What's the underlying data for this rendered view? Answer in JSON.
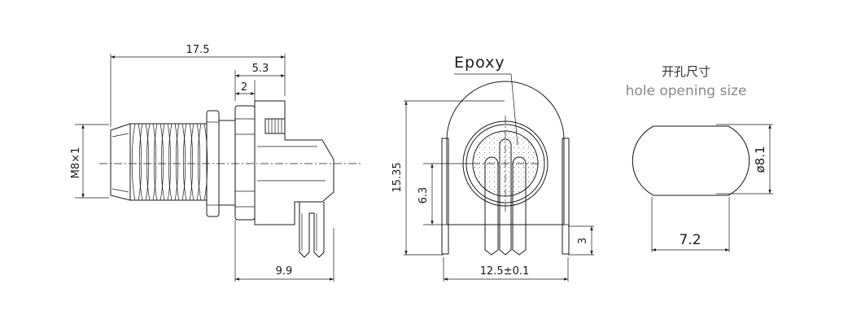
{
  "side_view": {
    "dim_overall_length": "17.5",
    "dim_panel_to_rear": "5.3",
    "dim_flange": "2",
    "dim_thread": "M8×1",
    "dim_bottom_length": "9.9"
  },
  "front_view": {
    "epoxy_label": "Epoxy",
    "dim_height": "15.35",
    "dim_center_height": "6.3",
    "dim_pin_length": "3",
    "dim_width": "12.5±0.1"
  },
  "hole_view": {
    "title_cn": "开孔尺寸",
    "title_en": "hole opening size",
    "dim_diameter": "ø8.1",
    "dim_width": "7.2"
  }
}
